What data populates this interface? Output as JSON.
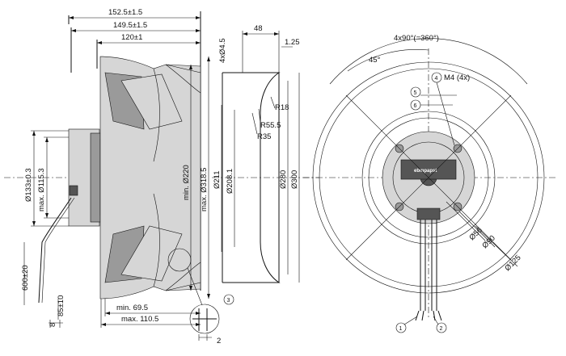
{
  "side_view": {
    "dim_152": "152.5±1.5",
    "dim_149": "149.5±1.5",
    "dim_120": "120±1",
    "dim_133": "Ø133±0.3",
    "dim_115": "max. Ø115.3",
    "dim_220": "min. Ø220",
    "dim_318": "max. Ø318.5",
    "dim_69": "min. 69.5",
    "dim_110": "max. 110.5",
    "dim_600": "600±20",
    "dim_85": "85±10",
    "dim_8": "8",
    "dim_2": "2",
    "callout_3": "3"
  },
  "profile_view": {
    "dim_4x": "4xØ4.5",
    "dim_48": "48",
    "dim_125": "1.25",
    "r18": "R18",
    "r55": "R55.5",
    "r35": "R35",
    "d211": "Ø211",
    "d208": "Ø208.1",
    "d280": "Ø280",
    "d300": "Ø300"
  },
  "front_view": {
    "angle_title": "4x90°(=360°)",
    "angle_45": "45°",
    "m4": "M4 (4x)",
    "callout_4": "4",
    "callout_5": "5",
    "callout_6": "6",
    "callout_1": "1",
    "callout_2": "2",
    "d56": "Ø56",
    "d90": "Ø90",
    "d125": "Ø125",
    "brand": "ebmpapst"
  }
}
